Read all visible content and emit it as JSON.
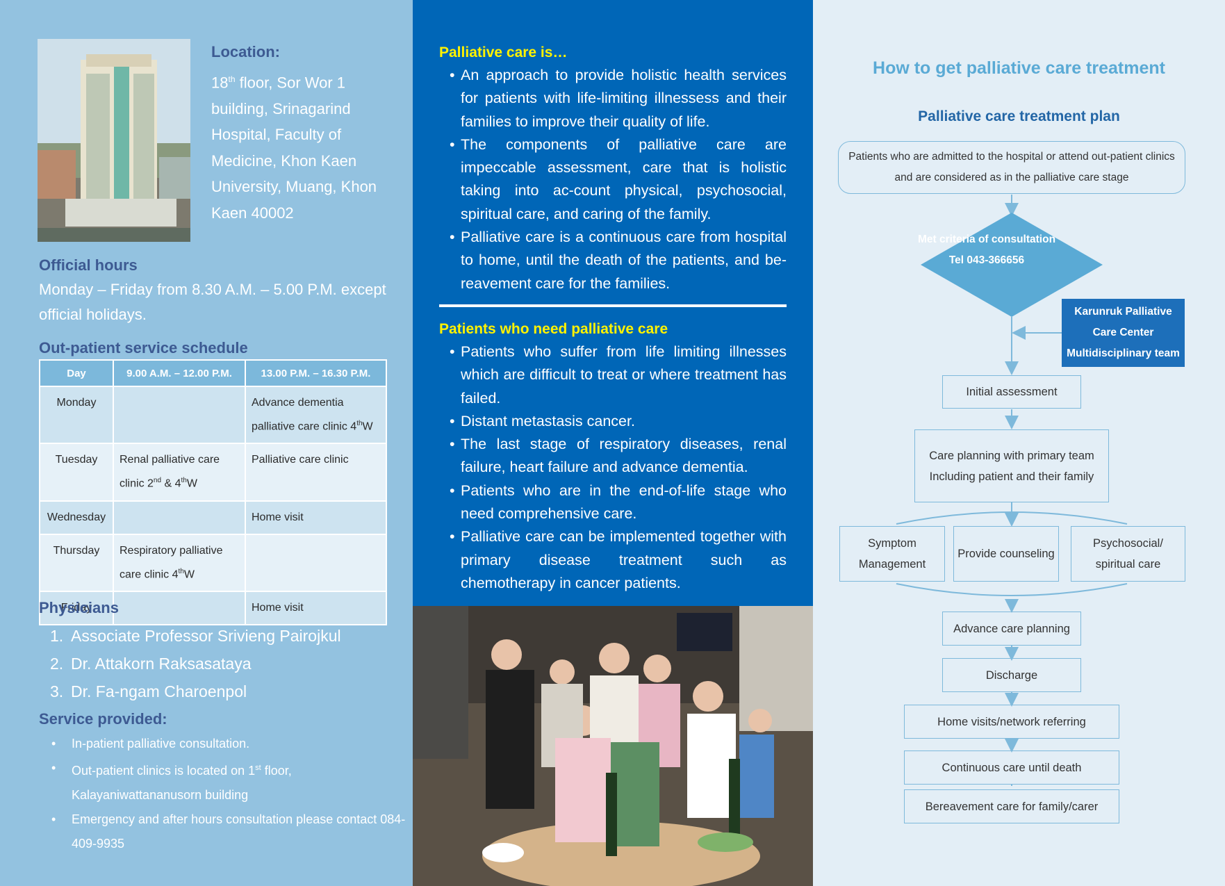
{
  "left": {
    "location_heading": "Location:",
    "location_lines": [
      "18",
      "th",
      " floor, Sor Wor 1 building, Srinagarind Hospital, Faculty of Medicine, Khon Kaen University, Muang, Khon Kaen 40002"
    ],
    "hours_heading": "Official hours",
    "hours_text": "Monday – Friday from 8.30 A.M. – 5.00 P.M. except official holidays.",
    "schedule_heading": "Out-patient service schedule",
    "schedule": {
      "headers": [
        "Day",
        "9.00 A.M. – 12.00 P.M.",
        "13.00 P.M. – 16.30 P.M."
      ],
      "rows": [
        {
          "day": "Monday",
          "am": "",
          "pm": "Advance dementia palliative care clinic 4",
          "pm_sup": "th",
          "pm_tail": "W"
        },
        {
          "day": "Tuesday",
          "am": "Renal palliative care clinic 2",
          "am_sup": "nd",
          "am_mid": " & 4",
          "am_sup2": "th",
          "am_tail": "W",
          "pm": "Palliative care clinic"
        },
        {
          "day": "Wednesday",
          "am": "",
          "pm": "Home visit"
        },
        {
          "day": "Thursday",
          "am": "Respiratory palliative care clinic 4",
          "am_sup": "th",
          "am_tail": "W",
          "pm": ""
        },
        {
          "day": "Friday",
          "am": "",
          "pm": "Home visit"
        }
      ]
    },
    "physicians_heading": "Physicians",
    "physicians": [
      {
        "num": "1.",
        "name": "Associate Professor Srivieng Pairojkul"
      },
      {
        "num": "2.",
        "name": "Dr. Attakorn Raksasataya"
      },
      {
        "num": "3.",
        "name": "Dr. Fa-ngam Charoenpol"
      }
    ],
    "service_heading": "Service provided:",
    "services": {
      "s1": "In-patient palliative consultation.",
      "s2a": "Out-patient clinics is located on 1",
      "s2sup": "st",
      "s2b": " floor, Kalayaniwattananusorn building",
      "s3": "Emergency and after hours consultation please contact 084-409-9935"
    }
  },
  "middle": {
    "head1": "Palliative care is…",
    "list1": [
      "An approach to provide holistic health services for patients with life-limiting illnessess and their families to improve their quality of life.",
      "The components of palliative care are impeccable assessment, care that is holistic taking into ac-count physical, psychosocial, spiritual care, and caring of the family.",
      "Palliative care is a continuous care from hospital to home, until the death of the patients, and be-reavement care for the families."
    ],
    "head2": "Patients who need palliative care",
    "list2": [
      "Patients who suffer from life limiting illnesses which are difficult to treat or where treatment has failed.",
      "Distant metastasis cancer.",
      "The last stage of respiratory diseases, renal failure, heart failure and advance dementia.",
      "Patients who are in the end-of-life stage who need comprehensive care.",
      "Palliative care can be implemented together with primary disease treatment such as chemotherapy in cancer patients."
    ]
  },
  "right": {
    "title": "How to get palliative care treatment",
    "subtitle": "Palliative care treatment plan",
    "top_box": "Patients who are admitted to the hospital or attend out-patient clinics and are considered as in the palliative care stage",
    "diamond": "Met criteria of consultation Tel 043-366656",
    "team": "Karunruk Palliative Care Center Multidisciplinary team",
    "initial": "Initial assessment",
    "care_planning": "Care planning with primary team Including patient and their family",
    "branches": [
      "Symptom Management",
      "Provide counseling",
      "Psychosocial/ spiritual care"
    ],
    "steps": [
      "Advance care planning",
      "Discharge",
      "Home visits/network referring",
      "Continuous care until death",
      "Bereavement care for family/carer"
    ]
  },
  "colors": {
    "left_bg": "#93c2e0",
    "middle_bg": "#0066b7",
    "right_bg": "#e3eef6",
    "heading_dark": "#3d5a92",
    "highlight_yellow": "#fff200",
    "flow_accent": "#5aaad5"
  }
}
